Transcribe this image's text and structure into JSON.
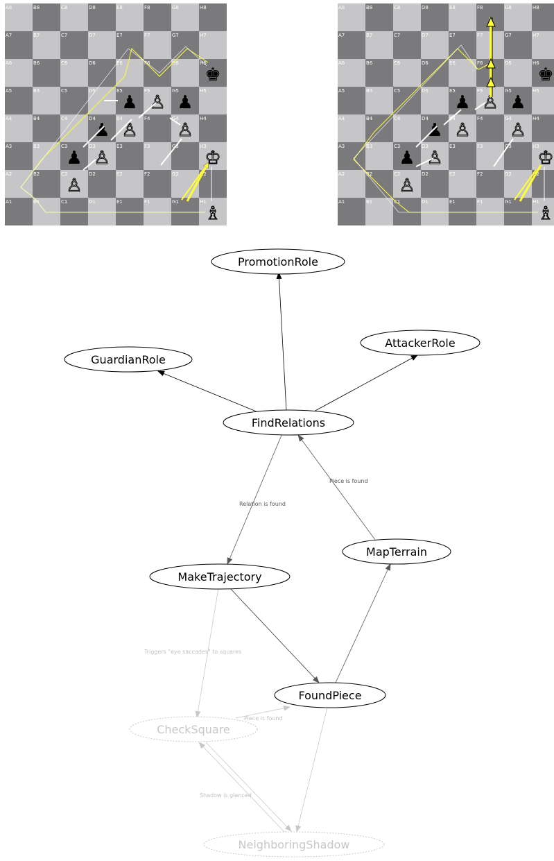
{
  "boards": {
    "files": [
      "A",
      "B",
      "C",
      "D",
      "E",
      "F",
      "G",
      "H"
    ],
    "ranks": [
      "8",
      "7",
      "6",
      "5",
      "4",
      "3",
      "2",
      "1"
    ],
    "left": {
      "pieces": [
        {
          "sq": "H6",
          "type": "king",
          "color": "black"
        },
        {
          "sq": "H3",
          "type": "king",
          "color": "white"
        },
        {
          "sq": "H1",
          "type": "bishop",
          "color": "white"
        },
        {
          "sq": "E5",
          "type": "pawn",
          "color": "black"
        },
        {
          "sq": "F5",
          "type": "pawn",
          "color": "white"
        },
        {
          "sq": "G5",
          "type": "pawn",
          "color": "black"
        },
        {
          "sq": "D4",
          "type": "pawn",
          "color": "black"
        },
        {
          "sq": "E4",
          "type": "pawn",
          "color": "white"
        },
        {
          "sq": "G4",
          "type": "pawn",
          "color": "white"
        },
        {
          "sq": "C3",
          "type": "pawn",
          "color": "black"
        },
        {
          "sq": "D3",
          "type": "pawn",
          "color": "white"
        },
        {
          "sq": "C2",
          "type": "pawn",
          "color": "white"
        }
      ]
    },
    "right": {
      "pieces": [
        {
          "sq": "H6",
          "type": "king",
          "color": "black"
        },
        {
          "sq": "H3",
          "type": "king",
          "color": "white"
        },
        {
          "sq": "H1",
          "type": "bishop",
          "color": "white"
        },
        {
          "sq": "F5",
          "type": "pawn",
          "color": "white"
        },
        {
          "sq": "E5",
          "type": "pawn",
          "color": "black"
        },
        {
          "sq": "G5",
          "type": "pawn",
          "color": "black"
        },
        {
          "sq": "D4",
          "type": "pawn",
          "color": "black"
        },
        {
          "sq": "E4",
          "type": "pawn",
          "color": "white"
        },
        {
          "sq": "G4",
          "type": "pawn",
          "color": "white"
        },
        {
          "sq": "C3",
          "type": "pawn",
          "color": "black"
        },
        {
          "sq": "D3",
          "type": "pawn",
          "color": "white"
        },
        {
          "sq": "C2",
          "type": "pawn",
          "color": "white"
        }
      ]
    }
  },
  "graph": {
    "nodes": {
      "promotion": "PromotionRole",
      "attacker": "AttackerRole",
      "guardian": "GuardianRole",
      "find_relations": "FindRelations",
      "map_terrain": "MapTerrain",
      "make_trajectory": "MakeTrajectory",
      "found_piece": "FoundPiece",
      "check_square": "CheckSquare",
      "neighboring_shadow": "NeighboringShadow"
    },
    "edge_labels": {
      "relation_found": "Relation is found",
      "piece_found_1": "Piece is found",
      "triggers": "Triggers \"eye saccades\" to squares",
      "piece_found_2": "Piece is found",
      "shadow_glanced": "Shadow is glanced"
    }
  },
  "colors": {
    "light_square": "#c6c5c8",
    "dark_square": "#7a797c",
    "trajectory": "#ffff33",
    "faint": "#c8c8c8"
  }
}
